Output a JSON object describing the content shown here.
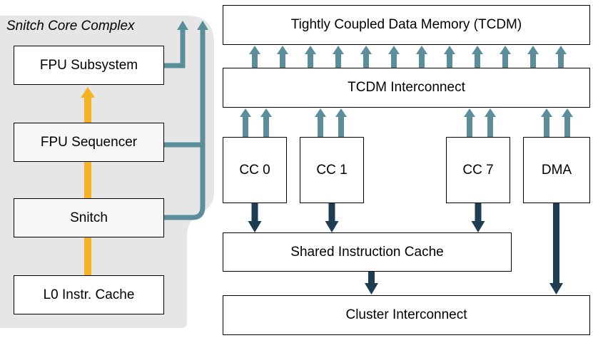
{
  "core_complex": {
    "title": "Snitch Core Complex",
    "blocks": {
      "fpu_subsystem": "FPU Subsystem",
      "fpu_sequencer": "FPU Sequencer",
      "snitch": "Snitch",
      "l0_cache": "L0 Instr. Cache"
    }
  },
  "cluster": {
    "tcdm": "Tightly Coupled Data Memory (TCDM)",
    "tcdm_interconnect": "TCDM Interconnect",
    "cores": [
      "CC 0",
      "CC 1",
      "CC 7"
    ],
    "dma": "DMA",
    "shared_icache": "Shared Instruction Cache",
    "cluster_interconnect": "Cluster Interconnect"
  },
  "colors": {
    "core_complex_bg": "#e6e6e6",
    "teal_arrow": "#5b8e9b",
    "navy_arrow": "#1e3d52",
    "orange_arrow": "#f5b323",
    "box_border": "#000000"
  }
}
